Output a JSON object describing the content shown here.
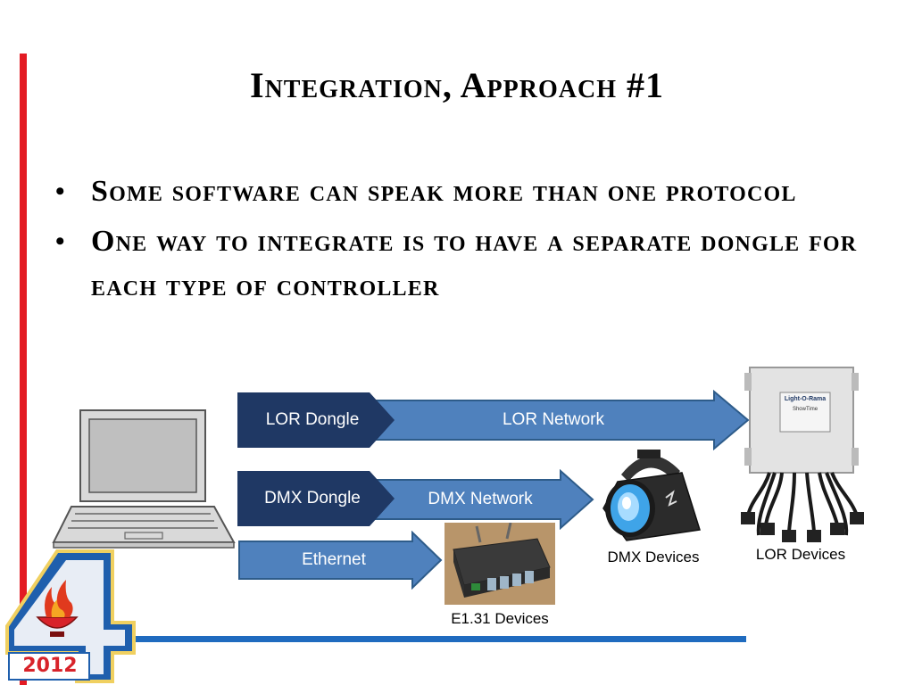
{
  "slide": {
    "title": "Integration, Approach #1",
    "bullets": [
      "Some software can speak more than one protocol",
      "One way to integrate is to have a separate dongle for each type of controller"
    ]
  },
  "diagram": {
    "lor_dongle": "LOR Dongle",
    "lor_network": "LOR Network",
    "dmx_dongle": "DMX Dongle",
    "dmx_network": "DMX Network",
    "ethernet": "Ethernet",
    "dmx_devices": "DMX Devices",
    "lor_devices": "LOR Devices",
    "e131_devices": "E1.31 Devices"
  },
  "logo": {
    "number": "4",
    "year": "2012"
  },
  "controller_box_label": {
    "brand": "Light-O-Rama",
    "model": "ShowTime"
  },
  "colors": {
    "accent_red": "#e31b23",
    "accent_blue": "#1f6bbf",
    "dark_navy": "#1f3864",
    "arrow_blue": "#4f81bd"
  }
}
